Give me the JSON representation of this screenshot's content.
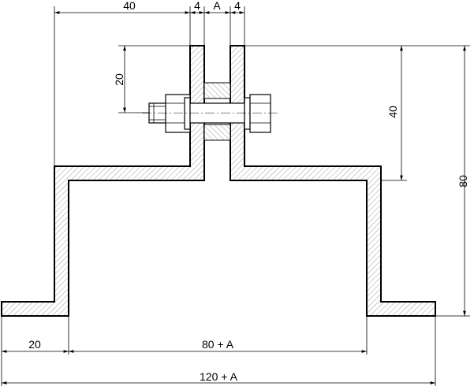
{
  "drawing": {
    "dimensions": {
      "top_left_width": "40",
      "wall_thickness_left": "4",
      "gap": "A",
      "wall_thickness_right": "4",
      "bolt_height": "20",
      "right_inner_height": "40",
      "total_height": "80",
      "bottom_flange": "20",
      "bottom_inner_width": "80 + A",
      "bottom_total_width": "120 + A"
    }
  }
}
